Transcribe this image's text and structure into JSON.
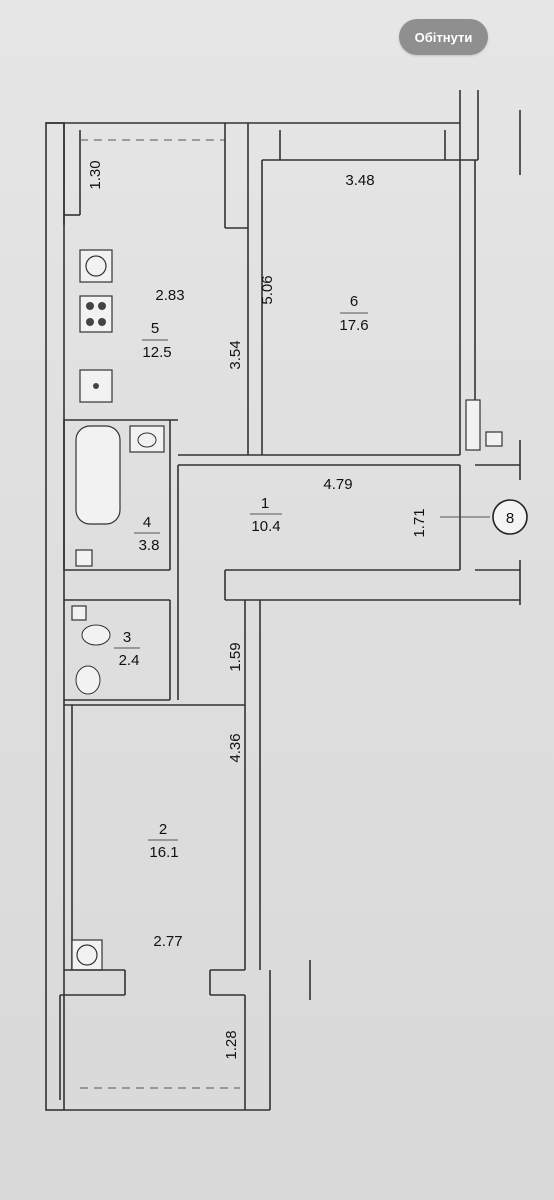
{
  "toolbar": {
    "crop_button_label": "Обітнути"
  },
  "rooms": [
    {
      "number": "1",
      "area": "10.4"
    },
    {
      "number": "2",
      "area": "16.1"
    },
    {
      "number": "3",
      "area": "2.4"
    },
    {
      "number": "4",
      "area": "3.8"
    },
    {
      "number": "5",
      "area": "12.5"
    },
    {
      "number": "6",
      "area": "17.6"
    }
  ],
  "dimensions": {
    "balcony_top": "1.30",
    "kitchen_width": "2.83",
    "kitchen_depth": "3.54",
    "room6_width": "3.48",
    "room6_depth": "5.06",
    "hall_width": "4.79",
    "hall_depth": "1.71",
    "corridor": "1.59",
    "room2_depth": "4.36",
    "room2_width": "2.77",
    "balcony_bottom": "1.28"
  },
  "marker": {
    "label": "8"
  },
  "colors": {
    "button_bg": "#8f8f8f",
    "button_text": "#ffffff",
    "paper": "#dedede",
    "lines": "#333333"
  }
}
